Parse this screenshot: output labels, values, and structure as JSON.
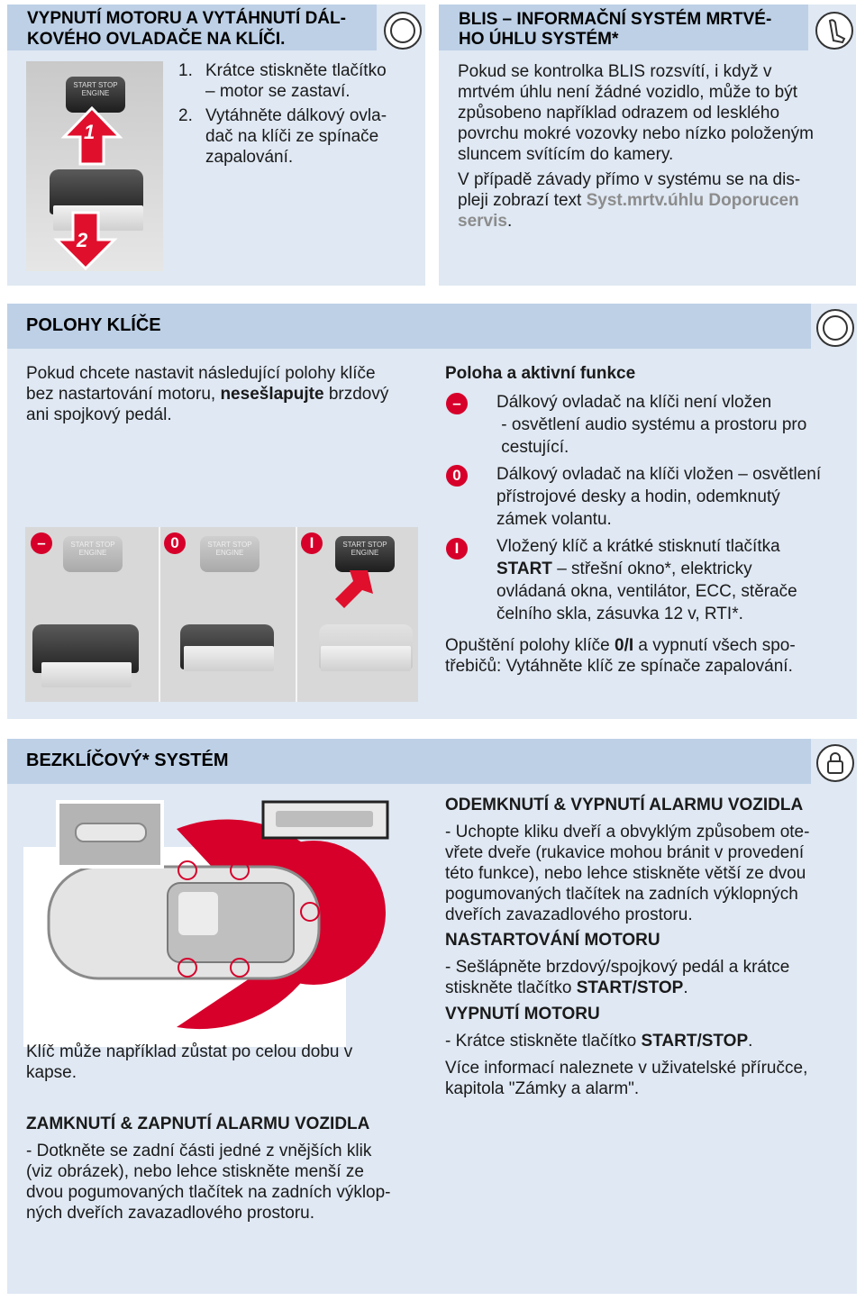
{
  "section1": {
    "title_line1": "VYPNUTÍ MOTORU A VYTÁHNUTÍ DÁL-",
    "title_line2": "KOVÉHO OVLADAČE NA KLÍČI.",
    "steps": [
      {
        "num": "1.",
        "text_line1": "Krátce stiskněte tlačítko",
        "text_line2": "– motor se zastaví."
      },
      {
        "num": "2.",
        "text_line1": "Vytáhněte dálkový ovla-",
        "text_line2": "dač na klíči ze spínače",
        "text_line3": "zapalování."
      }
    ],
    "img_btn_label": "START STOP ENGINE",
    "img_num1": "1",
    "img_num2": "2"
  },
  "section2": {
    "title_line1": "BLIS – INFORMAČNÍ SYSTÉM MRTVÉ-",
    "title_line2": "HO ÚHLU SYSTÉM*",
    "para1": [
      "Pokud se kontrolka BLIS rozsvítí, i když v",
      "mrtvém úhlu není žádné vozidlo, může to být",
      "způsobeno například odrazem od lesklého",
      "povrchu mokré vozovky nebo nízko položeným",
      "sluncem svítícím do kamery."
    ],
    "para2_line1": "V případě závady přímo v systému se na dis-",
    "para2_line2_pre": "pleji zobrazí text ",
    "para2_display1": "Syst.mrtv.úhlu Doporucen",
    "para2_display2": "servis",
    "para2_end": "."
  },
  "section3": {
    "title": "POLOHY KLÍČE",
    "intro_line1": "Pokud chcete nastavit následující polohy klíče",
    "intro_line2_pre": "bez nastartování motoru, ",
    "intro_bold": "nesešlapujte",
    "intro_line2_post": " brzdový",
    "intro_line3": "ani spojkový pedál.",
    "subtitle": "Poloha a aktivní funkce",
    "positions": [
      {
        "symbol": "–",
        "lines": [
          "Dálkový ovladač na klíči není vložen",
          " - osvětlení audio systému a prostoru pro",
          " cestující."
        ]
      },
      {
        "symbol": "0",
        "lines": [
          "Dálkový ovladač na klíči vložen – osvětlení",
          "přístrojové desky a hodin, odemknutý",
          "zámek volantu."
        ]
      },
      {
        "symbol": "I",
        "line1": "Vložený klíč a krátké stisknutí tlačítka",
        "bold": "START",
        "line2_post": " – střešní okno*, elektricky",
        "lines_rest": [
          "ovládaná okna, ventilátor, ECC, stěrače",
          "čelního skla, zásuvka 12 v, RTI*."
        ]
      }
    ],
    "release_pre": "Opuštění polohy klíče ",
    "release_bold": "0/I",
    "release_post": " a vypnutí všech spo-",
    "release_line2": "třebičů: Vytáhněte klíč ze spínače zapalování.",
    "img_btn_label": "START STOP ENGINE"
  },
  "section4": {
    "title": "BEZKLÍČOVÝ* SYSTÉM",
    "caption_line1": "Klíč může například zůstat po celou dobu v",
    "caption_line2": "kapse.",
    "lock_title": "ZAMKNUTÍ & ZAPNUTÍ ALARMU VOZIDLA",
    "lock_lines": [
      "- Dotkněte se zadní části jedné z vnějších klik",
      "(viz obrázek), nebo lehce stiskněte menší ze",
      "dvou pogumovaných tlačítek na zadních výklop-",
      "ných dveřích zavazadlového prostoru."
    ],
    "unlock_title": "ODEMKNUTÍ & VYPNUTÍ ALARMU VOZIDLA",
    "unlock_lines": [
      "- Uchopte kliku dveří a obvyklým způsobem ote-",
      "vřete dveře (rukavice mohou bránit v provedení",
      "této funkce), nebo lehce stiskněte větší ze dvou",
      "pogumovaných tlačítek na zadních výklopných",
      "dveřích zavazadlového prostoru."
    ],
    "start_title": "NASTARTOVÁNÍ MOTORU",
    "start_line1": "- Sešlápněte brzdový/spojkový pedál a krátce",
    "start_line2_pre": "stiskněte tlačítko ",
    "start_bold": "START/STOP",
    "start_end": ".",
    "stop_title": "VYPNUTÍ MOTORU",
    "stop_pre": "- Krátce stiskněte tlačítko ",
    "stop_bold": "START/STOP",
    "stop_end": ".",
    "more_line1": "Více informací naleznete v uživatelské příručce,",
    "more_line2": "kapitola \"Zámky a alarm\"."
  },
  "colors": {
    "panel": "#dfe8f3",
    "header": "#bdd0e6",
    "badge": "#d6002a"
  }
}
